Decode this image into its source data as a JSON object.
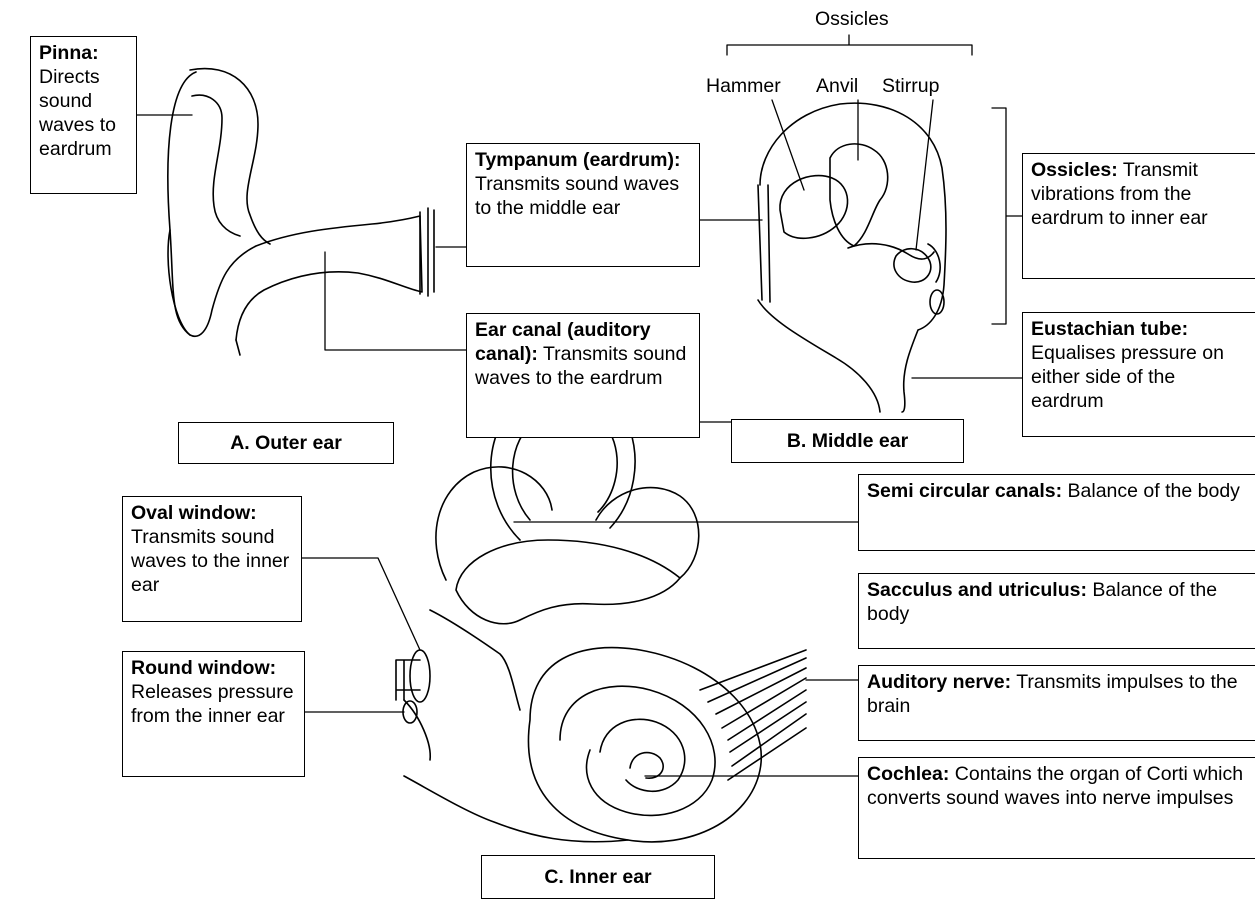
{
  "outer_ear": {
    "caption": "A. Outer ear",
    "pinna": {
      "term": "Pinna:",
      "desc": "Directs sound waves to eardrum"
    },
    "tympanum": {
      "term": "Tympanum (eardrum):",
      "desc": "Transmits sound waves to the middle ear"
    },
    "ear_canal": {
      "term": "Ear canal (auditory canal):",
      "desc": "Transmits sound waves to the eardrum"
    }
  },
  "middle_ear": {
    "caption": "B. Middle ear",
    "ossicles_heading": "Ossicles",
    "hammer": "Hammer",
    "anvil": "Anvil",
    "stirrup": "Stirrup",
    "ossicles": {
      "term": "Ossicles:",
      "desc": "Transmit vibrations from the eardrum to inner ear"
    },
    "eustachian": {
      "term": "Eustachian tube:",
      "desc": "Equalises pressure on either side of the eardrum"
    }
  },
  "inner_ear": {
    "caption": "C. Inner ear",
    "oval_window": {
      "term": "Oval window:",
      "desc": "Transmits sound waves to the inner ear"
    },
    "round_window": {
      "term": "Round window:",
      "desc": "Releases pressure from the inner ear"
    },
    "semi_circular": {
      "term": "Semi circular canals:",
      "desc": "Balance of the body"
    },
    "sacculus": {
      "term": "Sacculus and utriculus:",
      "desc": "Balance of the body"
    },
    "auditory_nerve": {
      "term": "Auditory nerve:",
      "desc": "Transmits impulses to the brain"
    },
    "cochlea": {
      "term": "Cochlea:",
      "desc": "Contains the organ of Corti which converts sound waves into nerve impulses"
    }
  }
}
